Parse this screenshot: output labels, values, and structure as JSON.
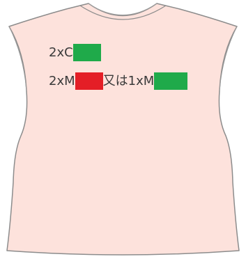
{
  "garment": {
    "icon": "sleeveless-shirt-icon",
    "fill_color": "#fde2dc",
    "outline_color": "#8c8c8c"
  },
  "lines": [
    {
      "text_1": "2xC",
      "swatch_1_color": "#1faa4a"
    },
    {
      "text_1": "2xM",
      "swatch_1_color": "#e41e26",
      "text_2": "又は1xM",
      "swatch_2_color": "#1faa4a"
    }
  ]
}
